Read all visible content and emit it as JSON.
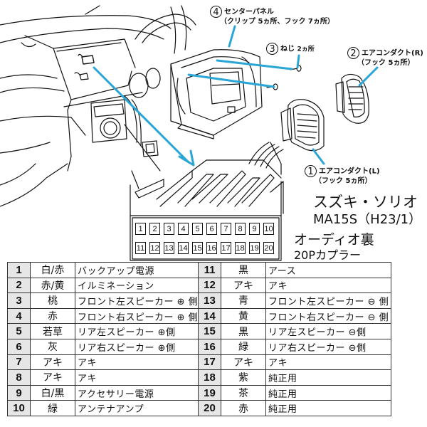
{
  "callouts": {
    "center_panel": {
      "num": "4",
      "title": "センターパネル",
      "detail": "（クリップ 5ヵ所、フック 7ヵ所）"
    },
    "screw": {
      "num": "3",
      "title": "ねじ",
      "detail": "2ヵ所"
    },
    "aircon_duct_r": {
      "num": "2",
      "title": "エアコンダクト(R)",
      "detail": "（フック 5ヵ所）"
    },
    "aircon_duct_l": {
      "num": "1",
      "title": "エアコンダクト(L)",
      "detail": "（フック 5ヵ所）"
    }
  },
  "vehicle": {
    "name": "スズキ・ソリオ",
    "model": "MA15S（H23/1）"
  },
  "connector": {
    "location": "オーディオ裏",
    "type": "20Pカプラー",
    "top_row": [
      "1",
      "2",
      "3",
      "4",
      "5",
      "6",
      "7",
      "8",
      "9",
      "10"
    ],
    "bottom_row": [
      "11",
      "12",
      "13",
      "14",
      "15",
      "16",
      "17",
      "18",
      "19",
      "20"
    ]
  },
  "accent_color": "#2aa6d6",
  "pins_left": [
    {
      "num": "1",
      "color": "白/赤",
      "desc": "バックアップ電源"
    },
    {
      "num": "2",
      "color": "赤/黄",
      "desc": "イルミネーション"
    },
    {
      "num": "3",
      "color": "桃",
      "desc": "フロント左スピーカー ⊕ 側"
    },
    {
      "num": "4",
      "color": "赤",
      "desc": "フロント右スピーカー ⊕ 側"
    },
    {
      "num": "5",
      "color": "若草",
      "desc": "リア左スピーカー ⊕側"
    },
    {
      "num": "6",
      "color": "灰",
      "desc": "リア右スピーカー ⊕側"
    },
    {
      "num": "7",
      "color": "アキ",
      "desc": "アキ"
    },
    {
      "num": "8",
      "color": "アキ",
      "desc": "アキ"
    },
    {
      "num": "9",
      "color": "白/黒",
      "desc": "アクセサリー電源"
    },
    {
      "num": "10",
      "color": "緑",
      "desc": "アンテナアンプ"
    }
  ],
  "pins_right": [
    {
      "num": "11",
      "color": "黒",
      "desc": "アース"
    },
    {
      "num": "12",
      "color": "アキ",
      "desc": "アキ"
    },
    {
      "num": "13",
      "color": "青",
      "desc": "フロント左スピーカー ⊖ 側"
    },
    {
      "num": "14",
      "color": "黄",
      "desc": "フロント右スピーカー ⊖ 側"
    },
    {
      "num": "15",
      "color": "黒",
      "desc": "リア左スピーカー ⊖側"
    },
    {
      "num": "16",
      "color": "緑",
      "desc": "リア右スピーカー ⊖側"
    },
    {
      "num": "17",
      "color": "アキ",
      "desc": "アキ"
    },
    {
      "num": "18",
      "color": "紫",
      "desc": "純正用"
    },
    {
      "num": "19",
      "color": "茶",
      "desc": "純正用"
    },
    {
      "num": "20",
      "color": "赤",
      "desc": "純正用"
    }
  ]
}
